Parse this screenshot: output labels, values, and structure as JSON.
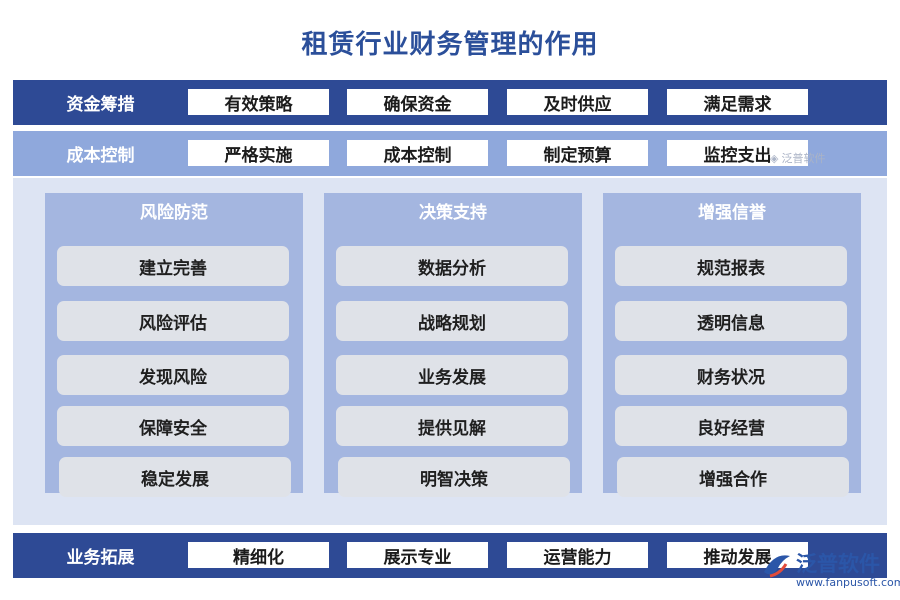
{
  "title": "租赁行业财务管理的作用",
  "bands": {
    "top": {
      "label": "资金筹措",
      "items": [
        "有效策略",
        "确保资金",
        "及时供应",
        "满足需求"
      ]
    },
    "middle": {
      "label": "成本控制",
      "items": [
        "严格实施",
        "成本控制",
        "制定预算",
        "监控支出"
      ]
    },
    "bottom": {
      "label": "业务拓展",
      "items": [
        "精细化",
        "展示专业",
        "运营能力",
        "推动发展"
      ]
    }
  },
  "columns": [
    {
      "title": "风险防范",
      "items": [
        "建立完善",
        "风险评估",
        "发现风险",
        "保障安全",
        "稳定发展"
      ]
    },
    {
      "title": "决策支持",
      "items": [
        "数据分析",
        "战略规划",
        "业务发展",
        "提供见解",
        "明智决策"
      ]
    },
    {
      "title": "增强信誉",
      "items": [
        "规范报表",
        "透明信息",
        "财务状况",
        "良好经营",
        "增强合作"
      ]
    }
  ],
  "watermark": {
    "small_text": "泛普软件",
    "brand_text": "泛普软件",
    "url": "www.fanpusoft.com"
  },
  "colors": {
    "dark_band": "#2e4a95",
    "light_band": "#8fa8dc",
    "column": "#a4b6e0",
    "panel": "#dde4f3",
    "title": "#2b4f9a"
  }
}
